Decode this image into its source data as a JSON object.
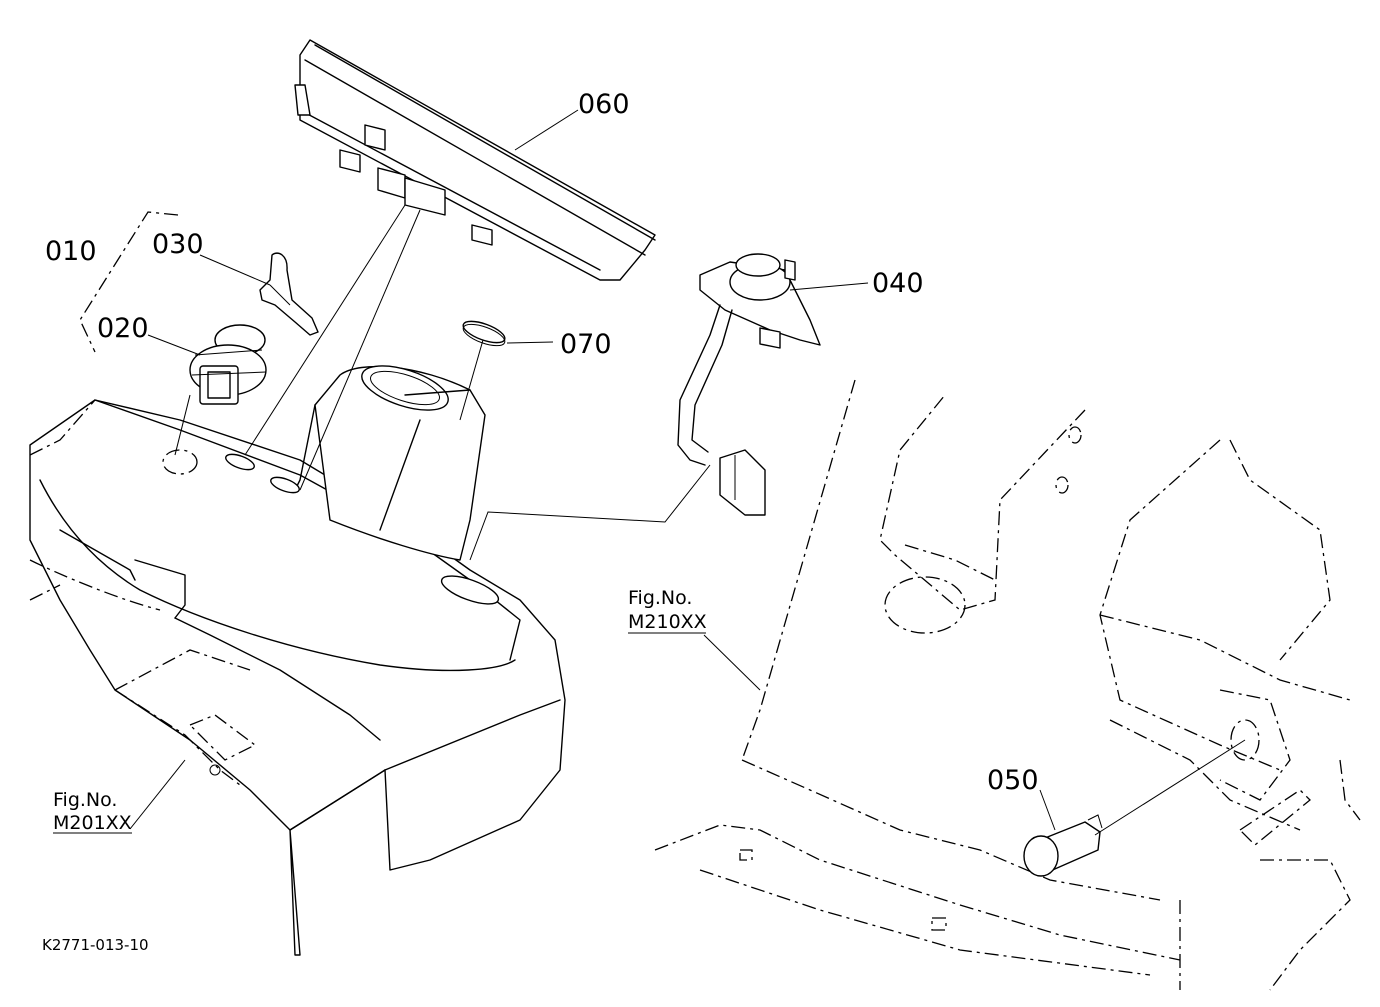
{
  "diagram": {
    "drawing_code": "K2771-013-10",
    "parts": [
      {
        "id": "p010",
        "label": "010"
      },
      {
        "id": "p020",
        "label": "020"
      },
      {
        "id": "p030",
        "label": "030"
      },
      {
        "id": "p040",
        "label": "040"
      },
      {
        "id": "p050",
        "label": "050"
      },
      {
        "id": "p060",
        "label": "060"
      },
      {
        "id": "p070",
        "label": "070"
      }
    ],
    "figure_refs": [
      {
        "caption": "Fig.No.",
        "number": "M201XX"
      },
      {
        "caption": "Fig.No.",
        "number": "M210XX"
      }
    ]
  }
}
